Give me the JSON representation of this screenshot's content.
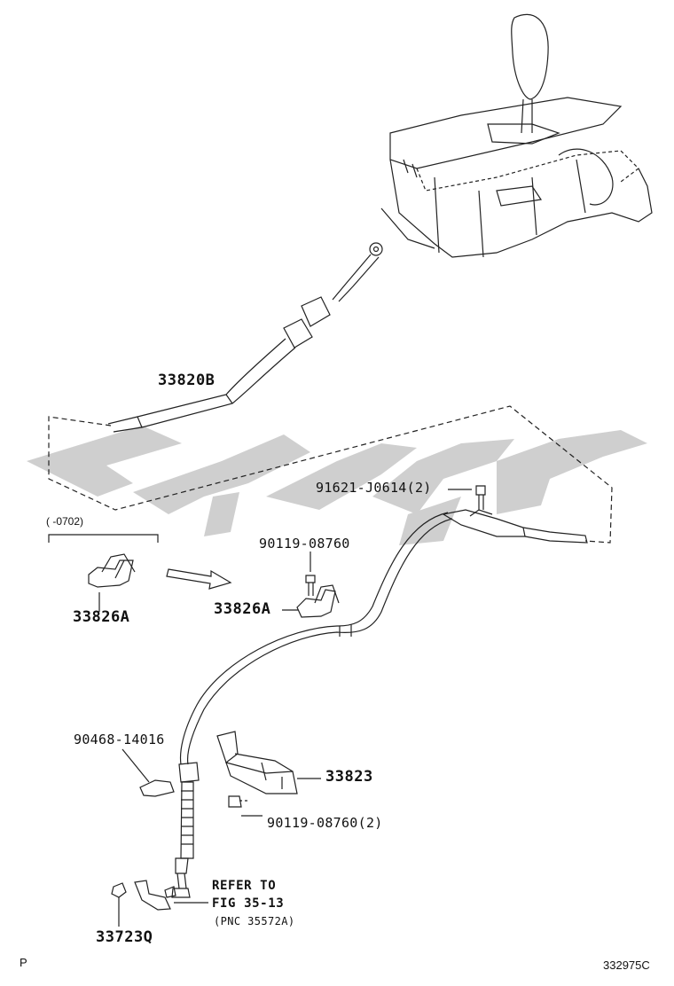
{
  "watermark": {
    "color": "#c7c7c7"
  },
  "parts": {
    "cable_upper": "33820B",
    "bolt_top": "91621-J0614(2)",
    "date_range": "(    -0702)",
    "bolt_clip": "90119-08760",
    "clip_left": "33826A",
    "clip_right": "33826A",
    "clamp": "90468-14016",
    "bracket": "33823",
    "bolt_bracket": "90119-08760(2)",
    "nut": "33723Q"
  },
  "reference": {
    "line1": "REFER TO",
    "line2": "FIG 35-13",
    "line3": "(PNC 35572A)"
  },
  "footer": {
    "left": "P",
    "right": "332975C"
  }
}
